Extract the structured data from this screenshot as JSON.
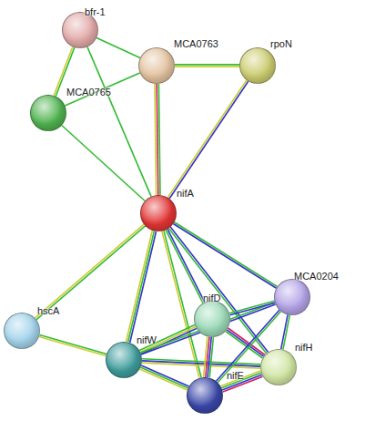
{
  "diagram": {
    "nodes": [
      {
        "text": [
          "bfr-1"
        ]
      },
      {
        "text": [
          "MCA0763"
        ]
      },
      {
        "text": [
          "rpoN"
        ]
      },
      {
        "text": [
          "MCA0765"
        ]
      },
      {
        "text": [
          "nifA"
        ]
      },
      {
        "text": [
          "MCA0204"
        ]
      },
      {
        "text": [
          "nifD"
        ]
      },
      {
        "text": [
          "hscA"
        ]
      },
      {
        "text": [
          "nifH"
        ]
      },
      {
        "text": [
          "nifW"
        ]
      },
      {
        "text": [
          "nifE"
        ]
      }
    ],
    "edges": [
      {
        "from": 0,
        "to": 1,
        "arrow": "none"
      },
      {
        "from": 0,
        "to": 3,
        "arrow": "none"
      },
      {
        "from": 0,
        "to": 4,
        "arrow": "none"
      },
      {
        "from": 1,
        "to": 2,
        "arrow": "none"
      },
      {
        "from": 1,
        "to": 3,
        "arrow": "none"
      },
      {
        "from": 1,
        "to": 4,
        "arrow": "none"
      },
      {
        "from": 2,
        "to": 4,
        "arrow": "none"
      },
      {
        "from": 3,
        "to": 4,
        "arrow": "none"
      },
      {
        "from": 4,
        "to": 7,
        "arrow": "none"
      },
      {
        "from": 4,
        "to": 9,
        "arrow": "none"
      },
      {
        "from": 4,
        "to": 10,
        "arrow": "none"
      },
      {
        "from": 4,
        "to": 6,
        "arrow": "none"
      },
      {
        "from": 4,
        "to": 8,
        "arrow": "none"
      },
      {
        "from": 4,
        "to": 5,
        "arrow": "none"
      },
      {
        "from": 7,
        "to": 9,
        "arrow": "none"
      },
      {
        "from": 9,
        "to": 6,
        "arrow": "none"
      },
      {
        "from": 9,
        "to": 5,
        "arrow": "none"
      },
      {
        "from": 9,
        "to": 8,
        "arrow": "none"
      },
      {
        "from": 9,
        "to": 10,
        "arrow": "none"
      },
      {
        "from": 6,
        "to": 5,
        "arrow": "none"
      },
      {
        "from": 6,
        "to": 8,
        "arrow": "none"
      },
      {
        "from": 6,
        "to": 10,
        "arrow": "none"
      },
      {
        "from": 5,
        "to": 8,
        "arrow": "none"
      },
      {
        "from": 5,
        "to": 10,
        "arrow": "none"
      },
      {
        "from": 8,
        "to": 10,
        "arrow": "none"
      }
    ]
  }
}
